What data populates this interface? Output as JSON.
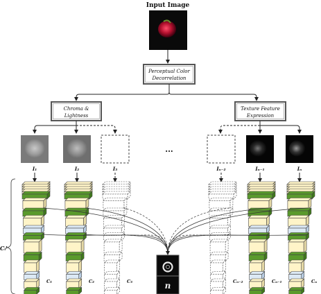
{
  "title": "Input Image",
  "decorrelation_label_line1": "Perceptual Color",
  "decorrelation_label_line2": "Decorrelation",
  "chroma_label_line1": "Chroma &",
  "chroma_label_line2": "Lightness",
  "texture_label_line1": "Texture Feature",
  "texture_label_line2": "Expression",
  "ellipsis": "...",
  "image_labels": [
    "I₁",
    "I₂",
    "I₃",
    "Iₙ₋₂",
    "Iₙ₋₁",
    "Iₙ"
  ],
  "column_labels": [
    "C₁",
    "C₂",
    "C₃",
    "Cₙ₋₂",
    "Cₙ₋₁",
    "Cₙ"
  ],
  "bracket_label": "Cᵢˡ",
  "output_glyph": "n",
  "colors": {
    "green": "#5a9a2c",
    "cream": "#fff4c8",
    "blue_pale": "#dce9f5",
    "box_border": "#555555",
    "image_bg": "#111111"
  }
}
